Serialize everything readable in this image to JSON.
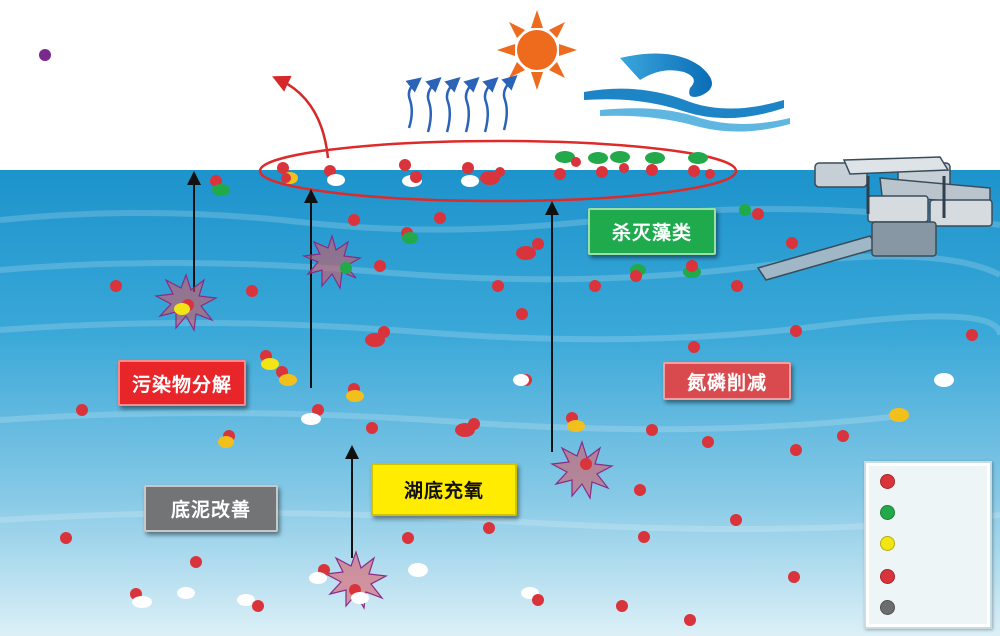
{
  "labels": {
    "pollutant_decomposition": "污染物分解",
    "sediment_improvement": "底泥改善",
    "bottom_oxygenation": "湖底充氧",
    "algae_killing": "杀灭藻类",
    "nitrogen_phosphorus_reduction": "氮磷削减"
  },
  "legend": {
    "items": [
      {
        "color": "#d9343c",
        "text": ""
      },
      {
        "color": "#22a94a",
        "text": ""
      },
      {
        "color": "#f2e415",
        "text": ""
      },
      {
        "color": "#d9343c",
        "text": ""
      },
      {
        "color": "#6d6d6d",
        "text": ""
      }
    ]
  },
  "colors": {
    "water_top": "#1f97cf",
    "water_bottom": "#d8eef6",
    "sun": "#ee6a1c",
    "ellipse": "#dd2a2a",
    "particle_red": "#d9343c",
    "particle_white": "#ffffff",
    "particle_green": "#22a94a",
    "particle_yellow": "#f2c01c",
    "star": "#cc3030"
  },
  "icons": [
    "sun-icon",
    "wind-wave-icon",
    "aeration-machine-icon",
    "starburst-icon",
    "up-arrow-icon"
  ]
}
